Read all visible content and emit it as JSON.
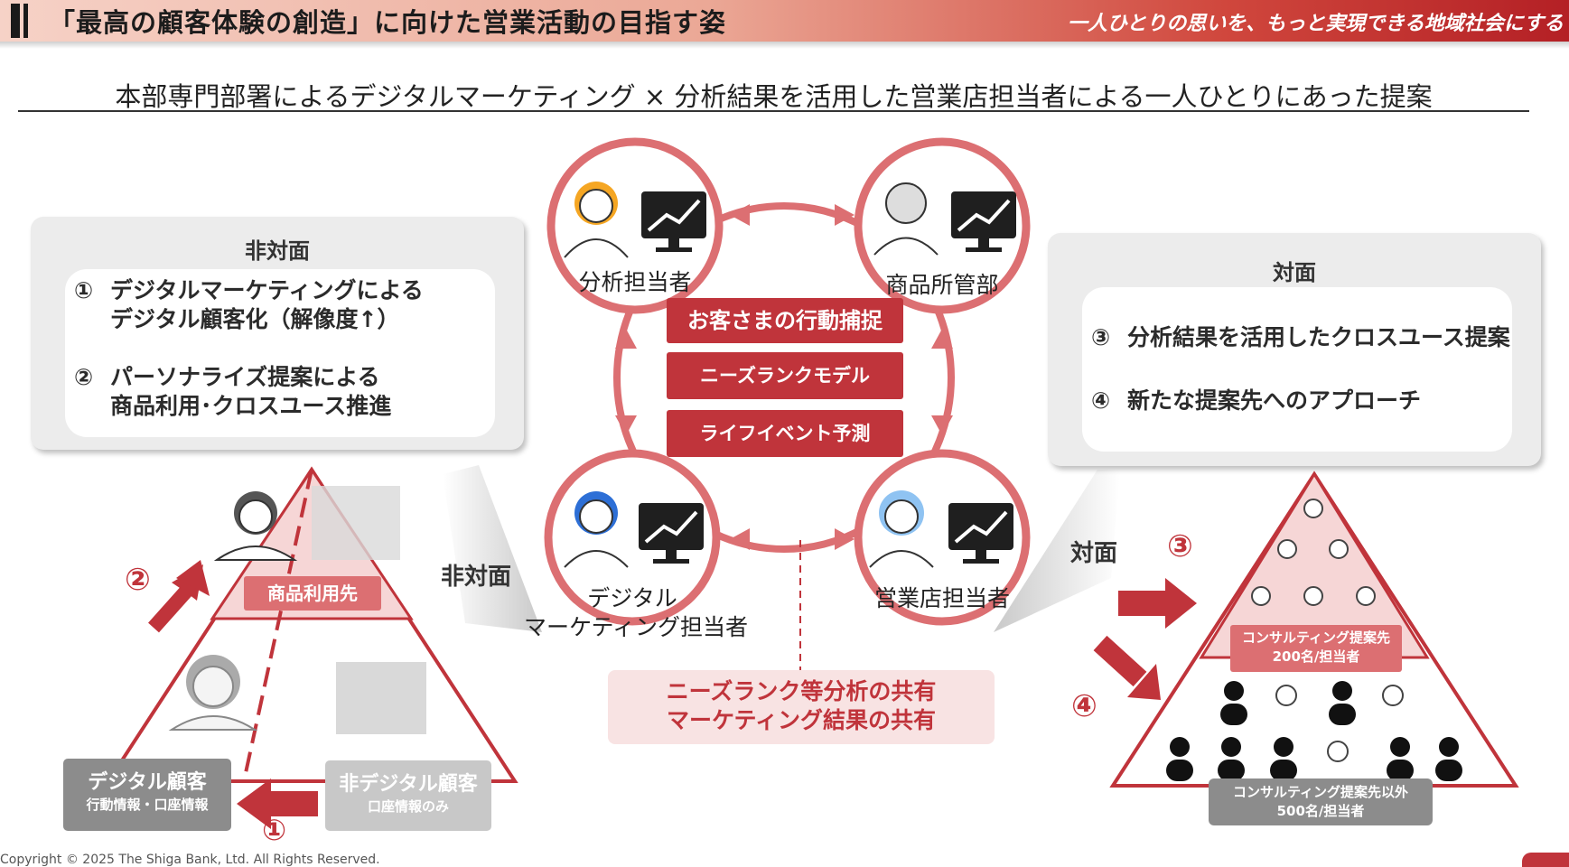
{
  "header": {
    "title": "「最高の顧客体験の創造」に向けた営業活動の目指す姿",
    "slogan": "一人ひとりの思いを、もっと実現できる地域社会にする"
  },
  "subtitle": "本部専門部署によるデジタルマーケティング × 分析結果を活用した営業店担当者による一人ひとりにあった提案",
  "left_panel": {
    "title": "非対面",
    "items": [
      {
        "num": "①",
        "line1": "デジタルマーケティングによる",
        "line2": "デジタル顧客化（解像度↑）"
      },
      {
        "num": "②",
        "line1": "パーソナライズ提案による",
        "line2": "商品利用･クロスユース推進"
      }
    ]
  },
  "right_panel": {
    "title": "対面",
    "items": [
      {
        "num": "③",
        "text": "分析結果を活用したクロスユース提案"
      },
      {
        "num": "④",
        "text": "新たな提案先へのアプローチ"
      }
    ]
  },
  "center": {
    "roles": {
      "analyst": "分析担当者",
      "product_dept": "商品所管部",
      "digital_line1": "デジタル",
      "digital_line2": "マーケティング担当者",
      "branch": "営業店担当者"
    },
    "red_boxes": [
      "お客さまの行動捕捉",
      "ニーズランクモデル",
      "ライフイベント予測"
    ],
    "share_line1": "ニーズランク等分析の共有",
    "share_line2": "マーケティング結果の共有"
  },
  "left_pyramid": {
    "top_label": "商品利用先",
    "digital_customer": "デジタル顧客",
    "digital_customer_sub": "行動情報・口座情報",
    "non_digital_customer": "非デジタル顧客",
    "non_digital_customer_sub": "口座情報のみ",
    "label_nonface": "非対面",
    "num_1": "①",
    "num_2": "②"
  },
  "right_pyramid": {
    "label_face": "対面",
    "num_3": "③",
    "num_4": "④",
    "consult_line1": "コンサルティング提案先",
    "consult_line2": "200名/担当者",
    "other_line1": "コンサルティング提案先以外",
    "other_line2": "500名/担当者"
  },
  "footer": "Copyright © 2025 The Shiga Bank, Ltd. All Rights Reserved.",
  "colors": {
    "accent_red": "#c0343b",
    "ring_red": "#dc6f72",
    "panel_grey": "#ececec"
  },
  "icons": [
    "person-icon",
    "monitor-chart-icon",
    "arrow-icon"
  ]
}
